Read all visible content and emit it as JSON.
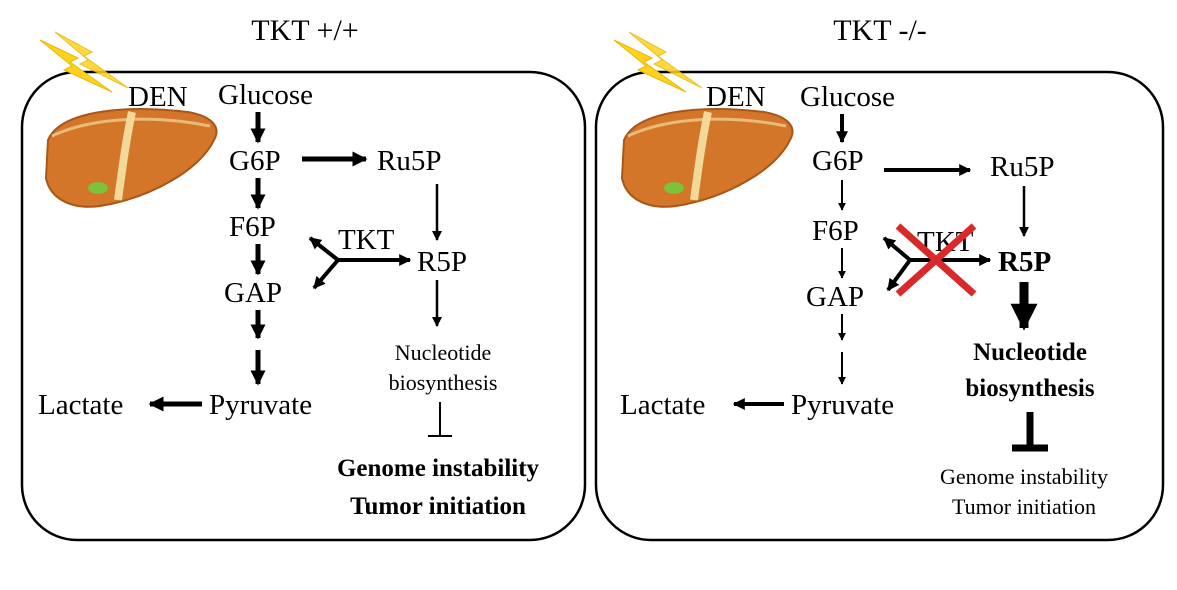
{
  "left_panel": {
    "title": "TKT +/+",
    "stimulus": "DEN",
    "nodes": {
      "glucose": "Glucose",
      "g6p": "G6P",
      "ru5p": "Ru5P",
      "f6p": "F6P",
      "tkt": "TKT",
      "r5p": "R5P",
      "gap": "GAP",
      "pyruvate": "Pyruvate",
      "lactate": "Lactate",
      "nucleotide_line1": "Nucleotide",
      "nucleotide_line2": "biosynthesis",
      "outcome_line1": "Genome instability",
      "outcome_line2": "Tumor initiation"
    }
  },
  "right_panel": {
    "title": "TKT -/-",
    "stimulus": "DEN",
    "nodes": {
      "glucose": "Glucose",
      "g6p": "G6P",
      "ru5p": "Ru5P",
      "f6p": "F6P",
      "tkt": "TKT",
      "r5p": "R5P",
      "gap": "GAP",
      "pyruvate": "Pyruvate",
      "lactate": "Lactate",
      "nucleotide_line1": "Nucleotide",
      "nucleotide_line2": "biosynthesis",
      "outcome_line1": "Genome instability",
      "outcome_line2": "Tumor initiation"
    }
  },
  "colors": {
    "liver": "#d4762a",
    "liver_dark": "#a85618",
    "liver_highlight": "#f2d99a",
    "gallbladder": "#7cc23a",
    "lightning": "#ffd21f",
    "knockout_cross": "#d92a2a",
    "panel_border": "#000000"
  },
  "icons": {
    "stimulus": "lightning-bolt-icon",
    "organ": "liver-icon",
    "knockout": "red-cross-icon"
  }
}
